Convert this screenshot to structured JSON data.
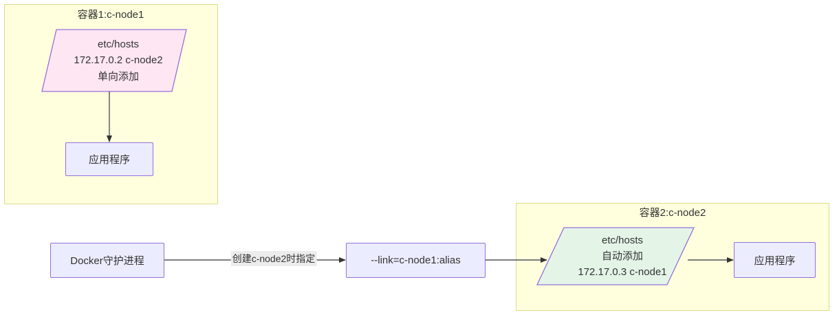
{
  "diagram": {
    "title_semantics": "docker-link-etc-hosts-flow",
    "colors": {
      "container_fill": "#ffffde",
      "container_stroke": "#dcdc8c",
      "node_fill": "#ececff",
      "node_stroke": "#9370db",
      "pink_fill": "#ffe6f3",
      "pink_stroke": "#9370db",
      "green_fill": "#e4f5e8",
      "green_stroke": "#9370db",
      "edge_stroke": "#333333",
      "edge_label_bg": "#ececec",
      "text": "#333333"
    },
    "containers": [
      {
        "id": "container1",
        "label": "容器1:c-node1"
      },
      {
        "id": "container2",
        "label": "容器2:c-node2"
      }
    ],
    "nodes": {
      "hosts_node1": {
        "shape": "parallelogram",
        "lines": [
          "etc/hosts",
          "172.17.0.2 c-node2",
          "单向添加"
        ]
      },
      "app_node1": {
        "shape": "rect",
        "label": "应用程序"
      },
      "docker_daemon": {
        "shape": "rect",
        "label": "Docker守护进程"
      },
      "link_option": {
        "shape": "rect",
        "label": "--link=c-node1:alias"
      },
      "hosts_node2": {
        "shape": "parallelogram",
        "lines": [
          "etc/hosts",
          "自动添加",
          "172.17.0.3 c-node1"
        ]
      },
      "app_node2": {
        "shape": "rect",
        "label": "应用程序"
      }
    },
    "edges": [
      {
        "id": "edge-hosts-to-app1",
        "from": "hosts_node1",
        "to": "app_node1",
        "label": ""
      },
      {
        "id": "edge-daemon-to-link",
        "from": "docker_daemon",
        "to": "link_option",
        "label": "创建c-node2时指定"
      },
      {
        "id": "edge-link-to-hosts2",
        "from": "link_option",
        "to": "hosts_node2",
        "label": ""
      },
      {
        "id": "edge-hosts2-to-app2",
        "from": "hosts_node2",
        "to": "app_node2",
        "label": ""
      }
    ]
  }
}
